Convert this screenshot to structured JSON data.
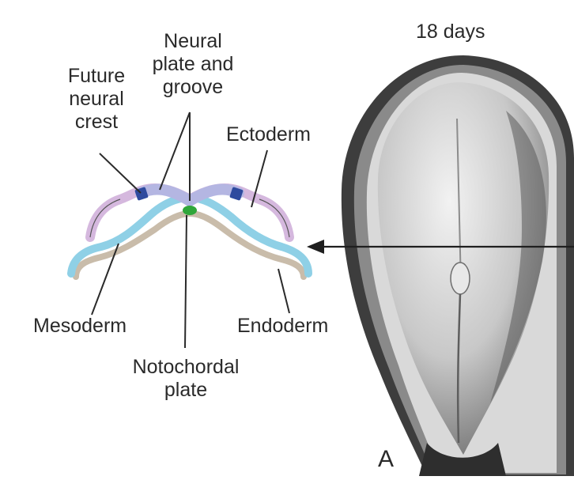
{
  "labels": {
    "neural_plate": [
      "Neural",
      "plate and",
      "groove"
    ],
    "future_neural_crest": [
      "Future",
      "neural",
      "crest"
    ],
    "ectoderm": "Ectoderm",
    "mesoderm": "Mesoderm",
    "endoderm": "Endoderm",
    "notochordal_plate": [
      "Notochordal",
      "plate"
    ],
    "age": "18 days",
    "panel_letter": "A"
  },
  "colors": {
    "ectoderm": "#d5b8de",
    "neural_plate": "#b4b6e2",
    "neural_crest": "#2e4a9e",
    "mesoderm": "#8fd0e6",
    "endoderm": "#c9bcaa",
    "notochord": "#2fa63a",
    "outline": "#2a2a2a"
  }
}
